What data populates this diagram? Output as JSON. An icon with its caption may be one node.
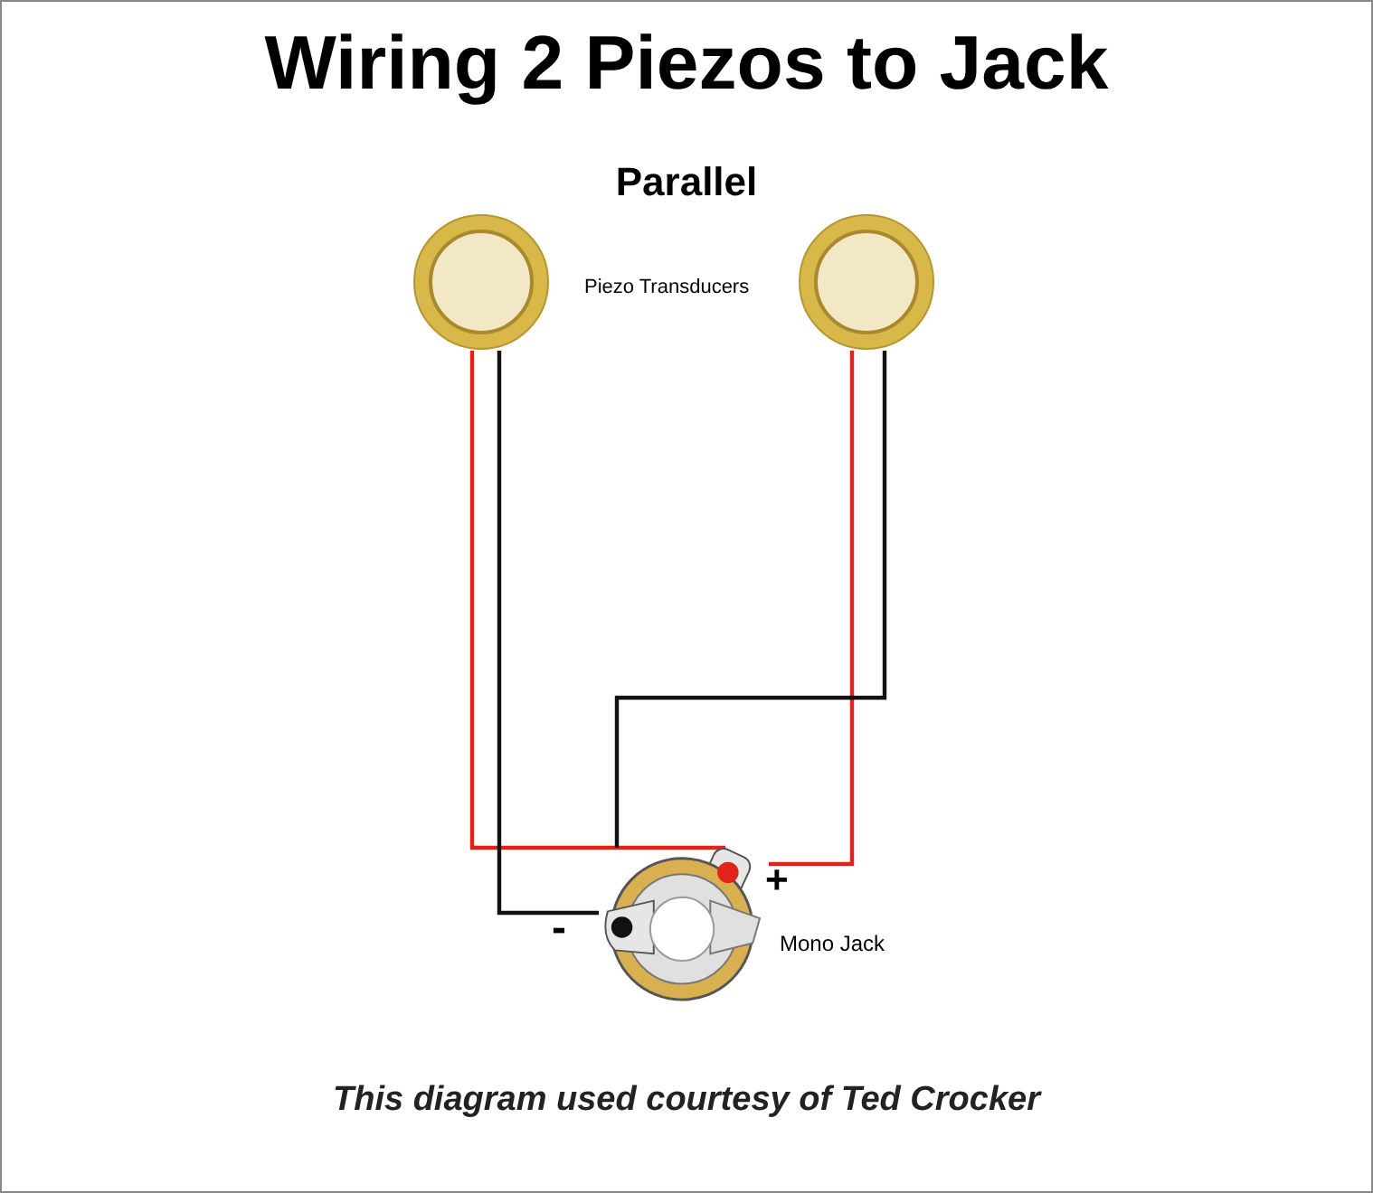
{
  "diagram": {
    "title": "Wiring 2 Piezos to Jack",
    "caption": "This diagram used courtesy of Ted Crocker",
    "nodes": [
      {
        "text": [],
        "shape": "picture"
      },
      {
        "text": [],
        "shape": "picture"
      },
      {
        "text": [],
        "shape": "picture",
        "beside": [
          "Mono Jack"
        ]
      }
    ],
    "edges": [
      {
        "from": 0,
        "to": 2,
        "arrow": "none",
        "color": "#e2231a"
      },
      {
        "from": 0,
        "to": 2,
        "arrow": "none",
        "color": "#111111"
      },
      {
        "from": 1,
        "to": 2,
        "arrow": "none",
        "color": "#e2231a"
      },
      {
        "from": 1,
        "to": 2,
        "arrow": "none",
        "color": "#111111"
      }
    ],
    "labels": [
      "Parallel",
      "Piezo Transducers",
      "+",
      "-"
    ]
  }
}
